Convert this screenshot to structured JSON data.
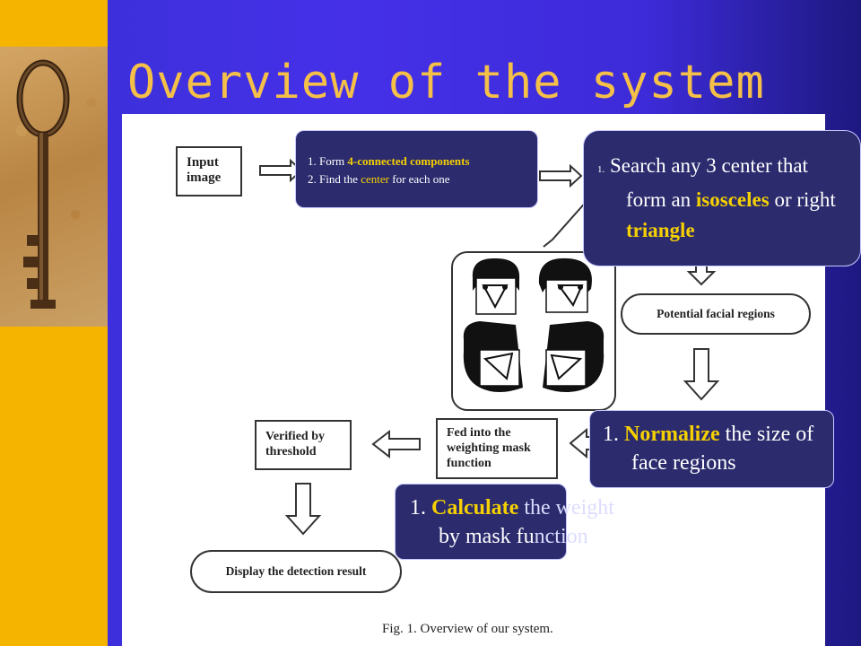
{
  "slide": {
    "title": "Overview of the system"
  },
  "figure": {
    "boxes": {
      "input_image_l1": "Input",
      "input_image_l2": "image",
      "potential_facial_regions": "Potential facial regions",
      "fed_l1": "Fed into the",
      "fed_l2": "weighting mask",
      "fed_l3": "function",
      "verified_l1": "Verified by",
      "verified_l2": "threshold",
      "display_result": "Display the detection result"
    },
    "caption": "Fig. 1. Overview of our system."
  },
  "callouts": {
    "form_find": {
      "num1": "1.",
      "form": "Form",
      "four_connected": "4-connected components",
      "num2": "2.",
      "find_the": "Find the",
      "center": "center",
      "for_each_one": "for each one"
    },
    "search": {
      "num": "1.",
      "text1": "Search any 3 center that",
      "text2a": "form an",
      "isosceles": "isosceles",
      "text2b": "or right",
      "triangle": "triangle"
    },
    "normalize": {
      "num": "1.",
      "normalize": "Normalize",
      "text1": "the size of",
      "text2": "face regions"
    },
    "calculate": {
      "num": "1.",
      "calculate": "Calculate",
      "text1": "the weight",
      "text2a": "by mask fu",
      "text2b": "nction"
    }
  },
  "colors": {
    "title": "#f5c048",
    "highlight": "#f5d000",
    "callout_bg": "#2b2b6e",
    "background": "#4530e8",
    "side_strip": "#f5b400"
  },
  "icons": {
    "decor": "key-photo",
    "arrows": "hollow-arrow"
  }
}
